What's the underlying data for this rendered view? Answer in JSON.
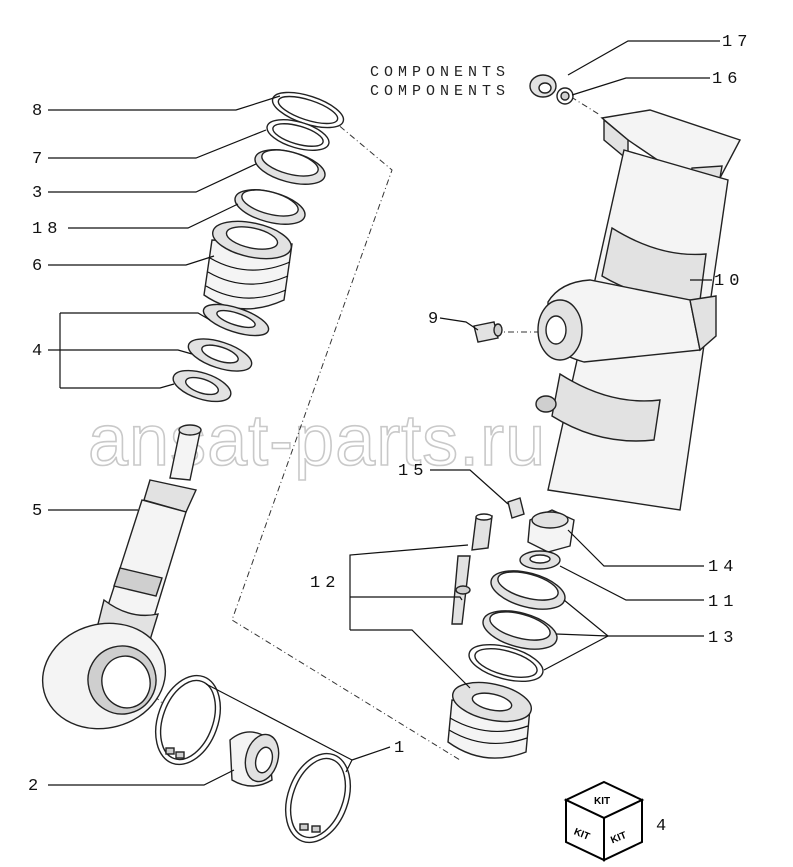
{
  "header": {
    "components_line1": "COMPONENTS",
    "components_line2": "COMPONENTS"
  },
  "watermark": "ansat-parts.ru",
  "callouts": {
    "c17": "17",
    "c16": "16",
    "c8": "8",
    "c7": "7",
    "c3": "3",
    "c18": "18",
    "c6": "6",
    "c10": "10",
    "c9": "9",
    "c4": "4",
    "c5": "5",
    "c15": "15",
    "c14": "14",
    "c12": "12",
    "c11": "11",
    "c13": "13",
    "c1": "1",
    "c2": "2"
  },
  "kit": {
    "label_top": "KIT",
    "label_left": "KIT",
    "label_right": "KIT",
    "number": "4"
  }
}
